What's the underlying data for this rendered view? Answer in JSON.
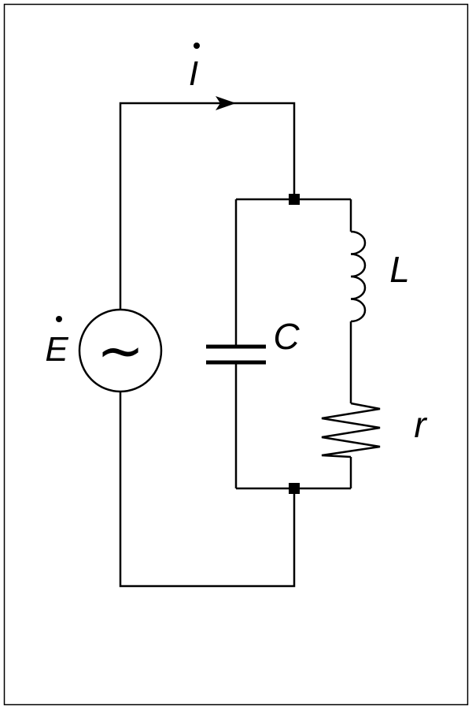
{
  "labels": {
    "current": "I",
    "source": "E",
    "capacitor": "C",
    "inductor": "L",
    "resistor": "r"
  },
  "source_symbol": "~",
  "colors": {
    "background": "#ffffff",
    "line": "#000000"
  }
}
